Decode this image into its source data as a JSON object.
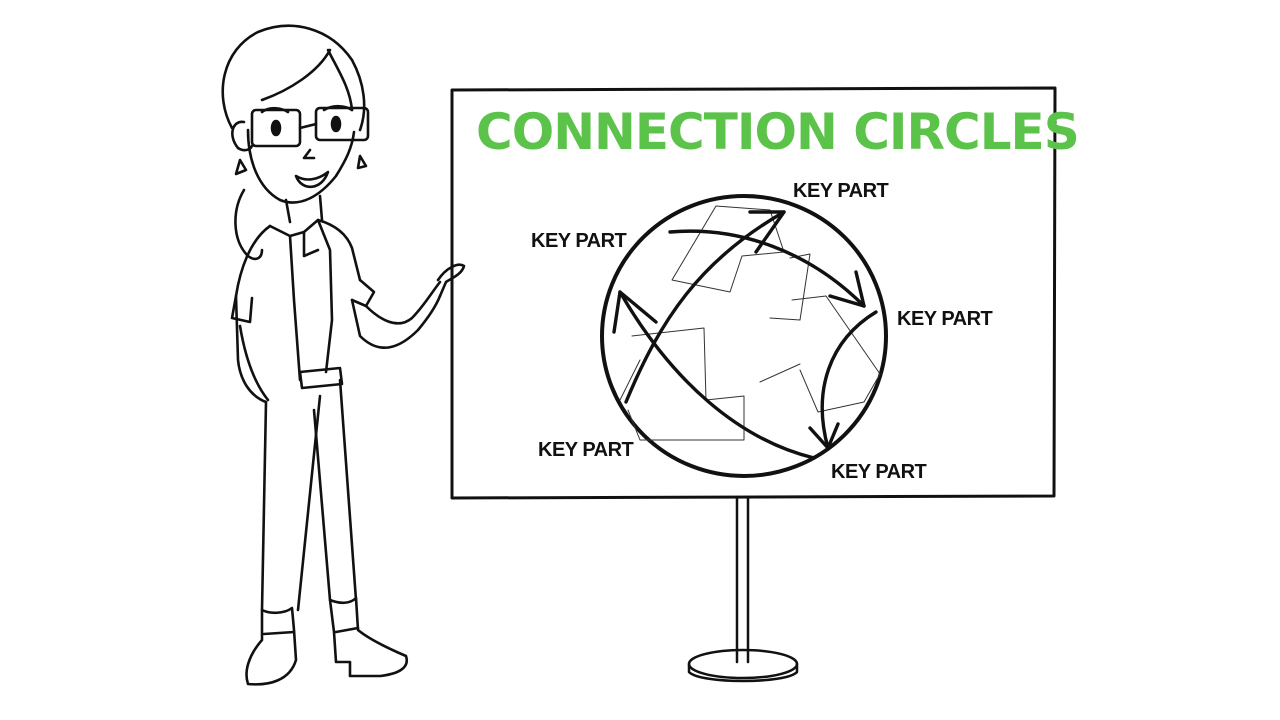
{
  "scene": {
    "background": "#ffffff",
    "stroke_color": "#111111"
  },
  "board": {
    "title": "CONNECTION CIRCLES",
    "title_color": "#5cc34a",
    "labels": [
      {
        "text": "KEY PART",
        "position": "top-right"
      },
      {
        "text": "KEY PART",
        "position": "top-left"
      },
      {
        "text": "KEY PART",
        "position": "right"
      },
      {
        "text": "KEY PART",
        "position": "bottom-left"
      },
      {
        "text": "KEY PART",
        "position": "bottom-right"
      }
    ]
  },
  "character": {
    "description": "presenter with glasses pointing at board"
  }
}
